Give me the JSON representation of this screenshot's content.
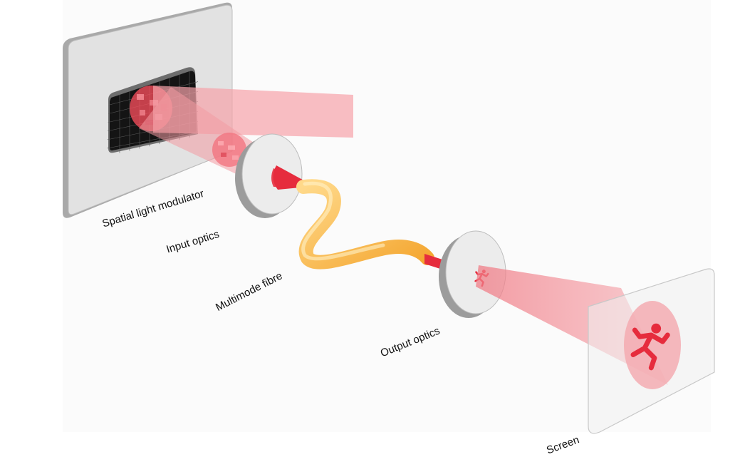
{
  "labels": {
    "slm": "Spatial light modulator",
    "input_optics": "Input optics",
    "fibre": "Multimode fibre",
    "output_optics": "Output optics",
    "screen": "Screen"
  },
  "colors": {
    "beam": "#f28b94",
    "beam_dark": "#e8303f",
    "fibre": "#f7b84a",
    "frame": "#e1e1e1",
    "frame_edge": "#a7a7a7",
    "lens_rim": "#9c9c9c"
  },
  "icons": {
    "slm_pattern": "pixel-grid",
    "output_image": "running-figure-icon",
    "screen_image": "running-figure-icon"
  }
}
